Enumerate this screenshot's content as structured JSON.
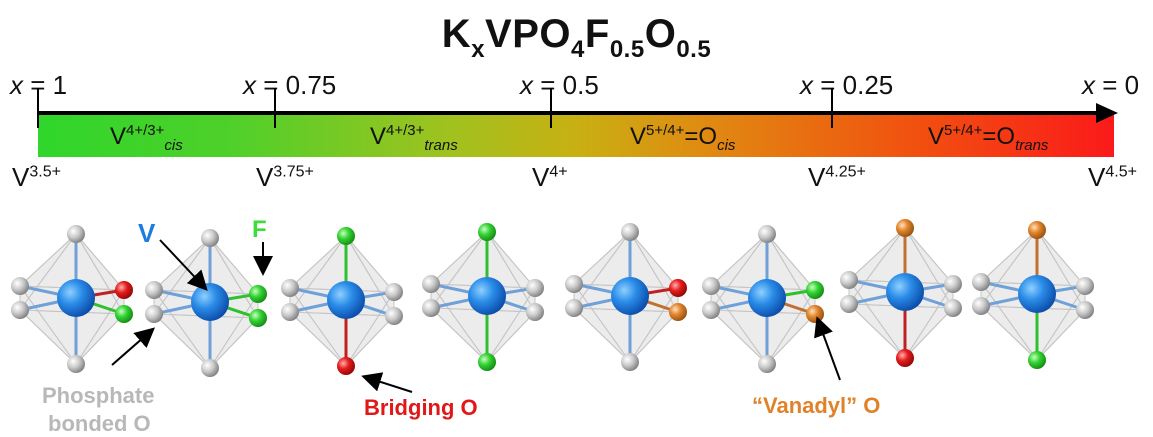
{
  "title": {
    "base1": "K",
    "sub1": "x",
    "base2": "VPO",
    "sub2": "4",
    "base3": "F",
    "sub3": "0.5",
    "base4": "O",
    "sub4": "0.5"
  },
  "x_labels": [
    {
      "var": "x",
      "text": " = 1"
    },
    {
      "var": "x",
      "text": " = 0.75"
    },
    {
      "var": "x",
      "text": " = 0.5"
    },
    {
      "var": "x",
      "text": " = 0.25"
    },
    {
      "var": "x",
      "text": " = 0"
    }
  ],
  "regions": [
    {
      "base": "V",
      "sup": "4+/3+",
      "sub": "cis",
      "suffix": ""
    },
    {
      "base": "V",
      "sup": "4+/3+",
      "sub": "trans",
      "suffix": ""
    },
    {
      "base": "V",
      "sup": "5+/4+",
      "sub": "cis",
      "suffix": "=O"
    },
    {
      "base": "V",
      "sup": "5+/4+",
      "sub": "trans",
      "suffix": "=O"
    }
  ],
  "oxidation_states": [
    {
      "base": "V",
      "sup": "3.5+"
    },
    {
      "base": "V",
      "sup": "3.75+"
    },
    {
      "base": "V",
      "sup": "4+"
    },
    {
      "base": "V",
      "sup": "4.25+"
    },
    {
      "base": "V",
      "sup": "4.5+"
    }
  ],
  "atom_labels": {
    "V": "V",
    "F": "F",
    "phosphate_line1": "Phosphate",
    "phosphate_line2": "bonded O",
    "bridging": "Bridging O",
    "vanadyl": "“Vanadyl” O"
  },
  "colors": {
    "vanadium": "#1e7be0",
    "fluorine": "#2ed12e",
    "bridging_oxygen": "#e01818",
    "vanadyl_oxygen": "#e0822a",
    "phosphate_oxygen": "#b5b5b5",
    "label_v": "#1e7be0",
    "label_f": "#3ddc3d",
    "label_phosphate": "#b8b8b8",
    "label_bridging": "#e01818",
    "label_vanadyl": "#e0822a"
  },
  "octahedra": [
    {
      "config": "cis-FO",
      "top": "gray",
      "bottom": "gray",
      "right_upper": "bridging",
      "right_lower": "fluorine"
    },
    {
      "config": "cis-FF",
      "top": "gray",
      "bottom": "gray",
      "right_upper": "fluorine",
      "right_lower": "fluorine"
    },
    {
      "config": "trans-FO",
      "top": "fluorine",
      "bottom": "bridging",
      "right_upper": "gray",
      "right_lower": "gray"
    },
    {
      "config": "trans-FF",
      "top": "fluorine",
      "bottom": "fluorine",
      "right_upper": "gray",
      "right_lower": "gray"
    },
    {
      "config": "cis-OO",
      "top": "gray",
      "bottom": "gray",
      "right_upper": "bridging",
      "right_lower": "vanadyl"
    },
    {
      "config": "cis-FO-vanadyl",
      "top": "gray",
      "bottom": "gray",
      "right_upper": "fluorine",
      "right_lower": "vanadyl"
    },
    {
      "config": "trans-OO",
      "top": "vanadyl",
      "bottom": "bridging",
      "right_upper": "gray",
      "right_lower": "gray"
    },
    {
      "config": "trans-OF",
      "top": "vanadyl",
      "bottom": "fluorine",
      "right_upper": "gray",
      "right_lower": "gray"
    }
  ]
}
